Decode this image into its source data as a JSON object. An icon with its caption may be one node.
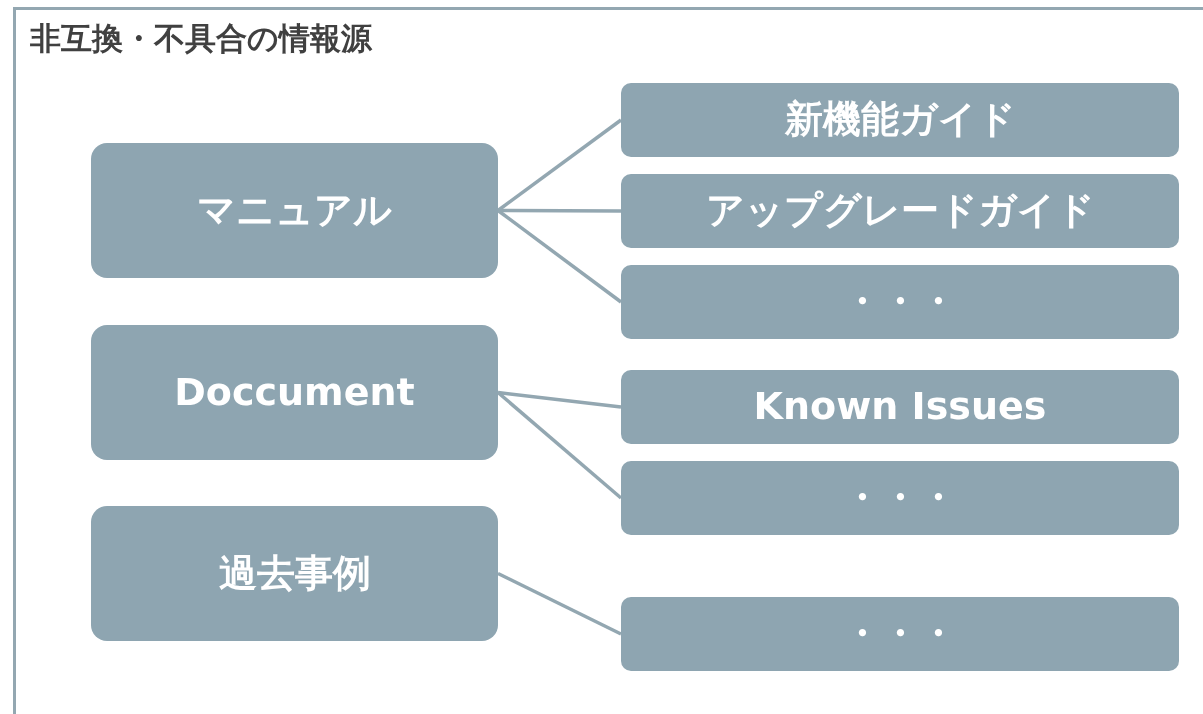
{
  "diagram": {
    "title": "非互換・不具合の情報源",
    "nodes": [
      {
        "text": [
          "マニュアル"
        ]
      },
      {
        "text": [
          "新機能ガイド"
        ]
      },
      {
        "text": [
          "アップグレードガイド"
        ]
      },
      {
        "text": [
          "・・・"
        ]
      },
      {
        "text": [
          "Doccument"
        ]
      },
      {
        "text": [
          "Known Issues"
        ]
      },
      {
        "text": [
          "・・・"
        ]
      },
      {
        "text": [
          "過去事例"
        ]
      },
      {
        "text": [
          "・・・"
        ]
      }
    ],
    "edges": [
      {
        "from": 0,
        "to": 1,
        "arrow": "none"
      },
      {
        "from": 0,
        "to": 2,
        "arrow": "none"
      },
      {
        "from": 0,
        "to": 3,
        "arrow": "none"
      },
      {
        "from": 4,
        "to": 5,
        "arrow": "none"
      },
      {
        "from": 4,
        "to": 6,
        "arrow": "none"
      },
      {
        "from": 7,
        "to": 8,
        "arrow": "none"
      }
    ]
  }
}
